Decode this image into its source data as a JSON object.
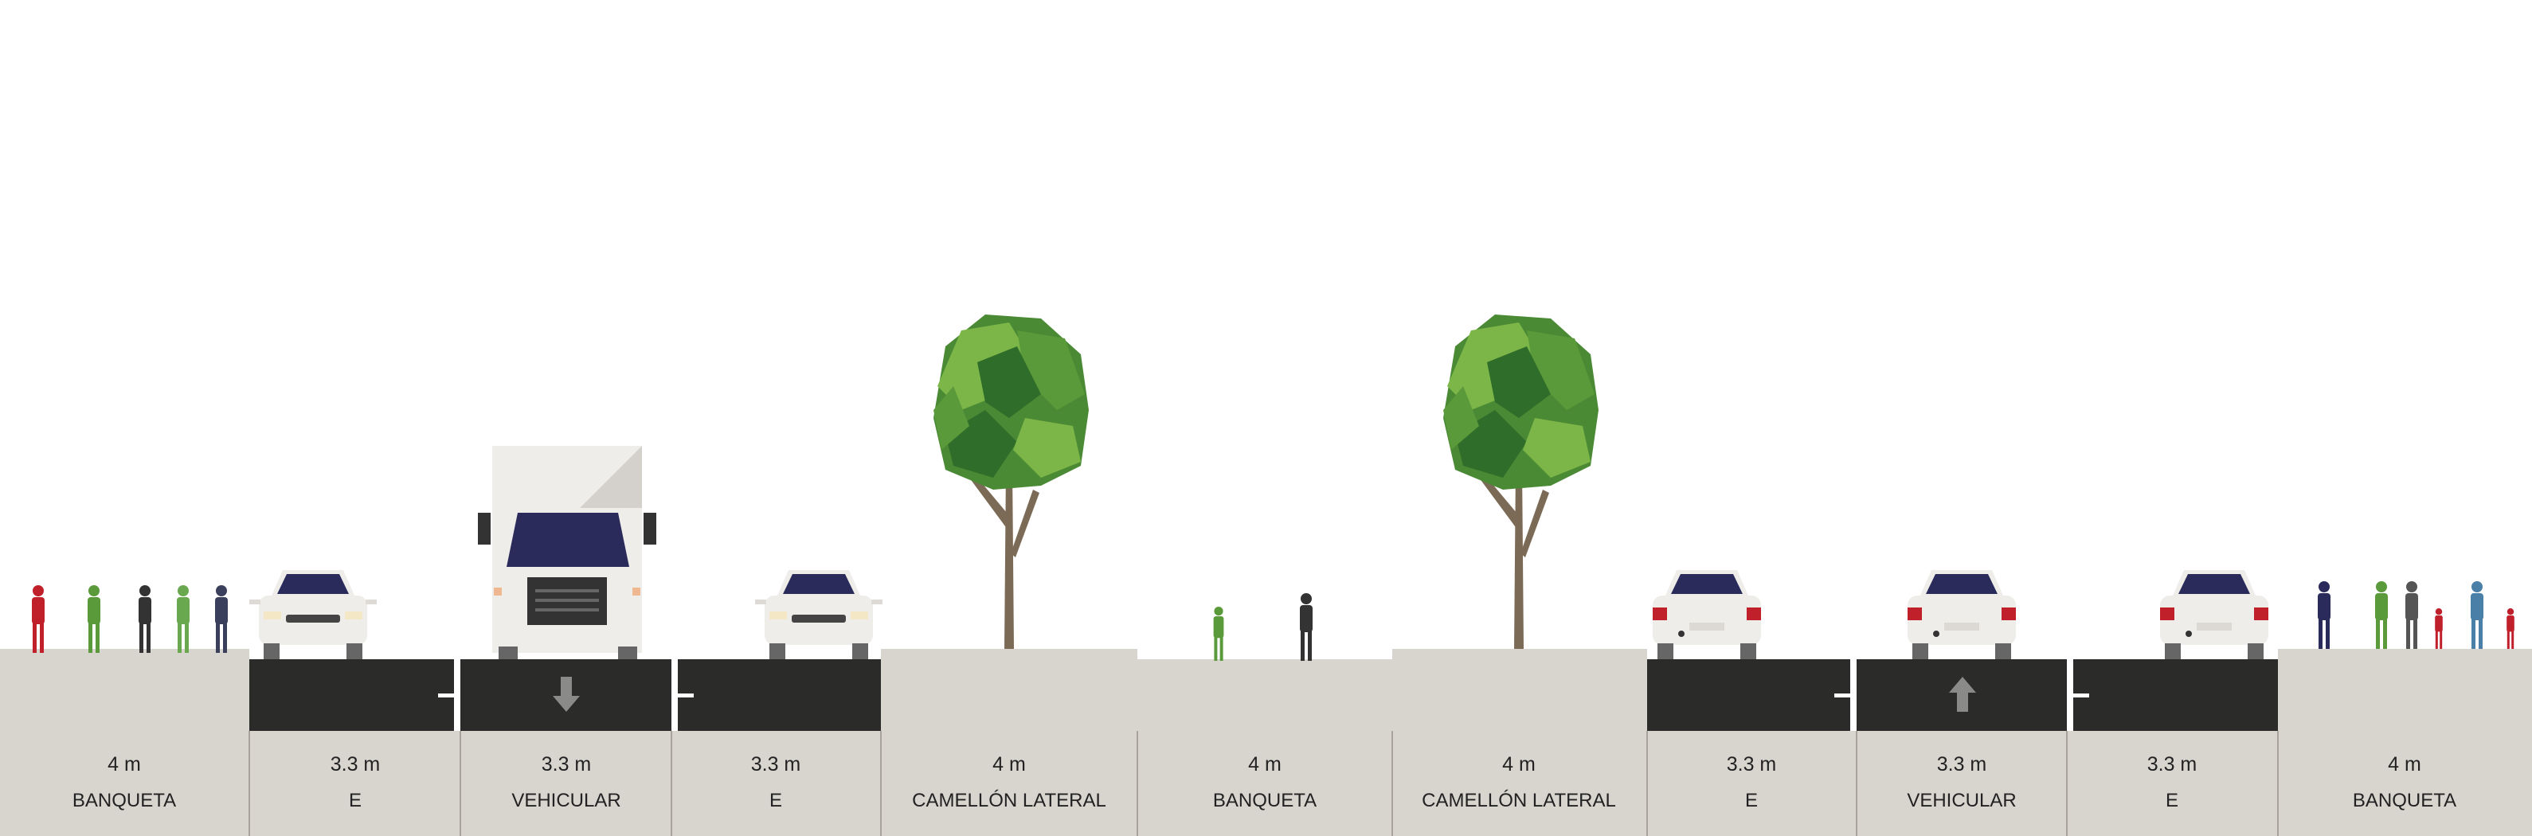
{
  "segments": [
    {
      "width_label": "4 m",
      "name": "BANQUETA"
    },
    {
      "width_label": "3.3 m",
      "name": "E"
    },
    {
      "width_label": "3.3 m",
      "name": "VEHICULAR"
    },
    {
      "width_label": "3.3 m",
      "name": "E"
    },
    {
      "width_label": "4 m",
      "name": "CAMELLÓN LATERAL"
    },
    {
      "width_label": "4 m",
      "name": "BANQUETA"
    },
    {
      "width_label": "4 m",
      "name": "CAMELLÓN LATERAL"
    },
    {
      "width_label": "3.3 m",
      "name": "E"
    },
    {
      "width_label": "3.3 m",
      "name": "VEHICULAR"
    },
    {
      "width_label": "3.3 m",
      "name": "E"
    },
    {
      "width_label": "4 m",
      "name": "BANQUETA"
    }
  ],
  "colors": {
    "sidewalk": "#d8d5cf",
    "asphalt": "#2b2c2a",
    "separator": "#a8a49c",
    "car_body": "#efedea",
    "windshield": "#2a2b5a",
    "tail_light": "#c0202a",
    "tree_light": "#7cb648",
    "tree_mid": "#5a9a3a",
    "tree_dark": "#2f6e2a",
    "trunk": "#7b6a55"
  }
}
